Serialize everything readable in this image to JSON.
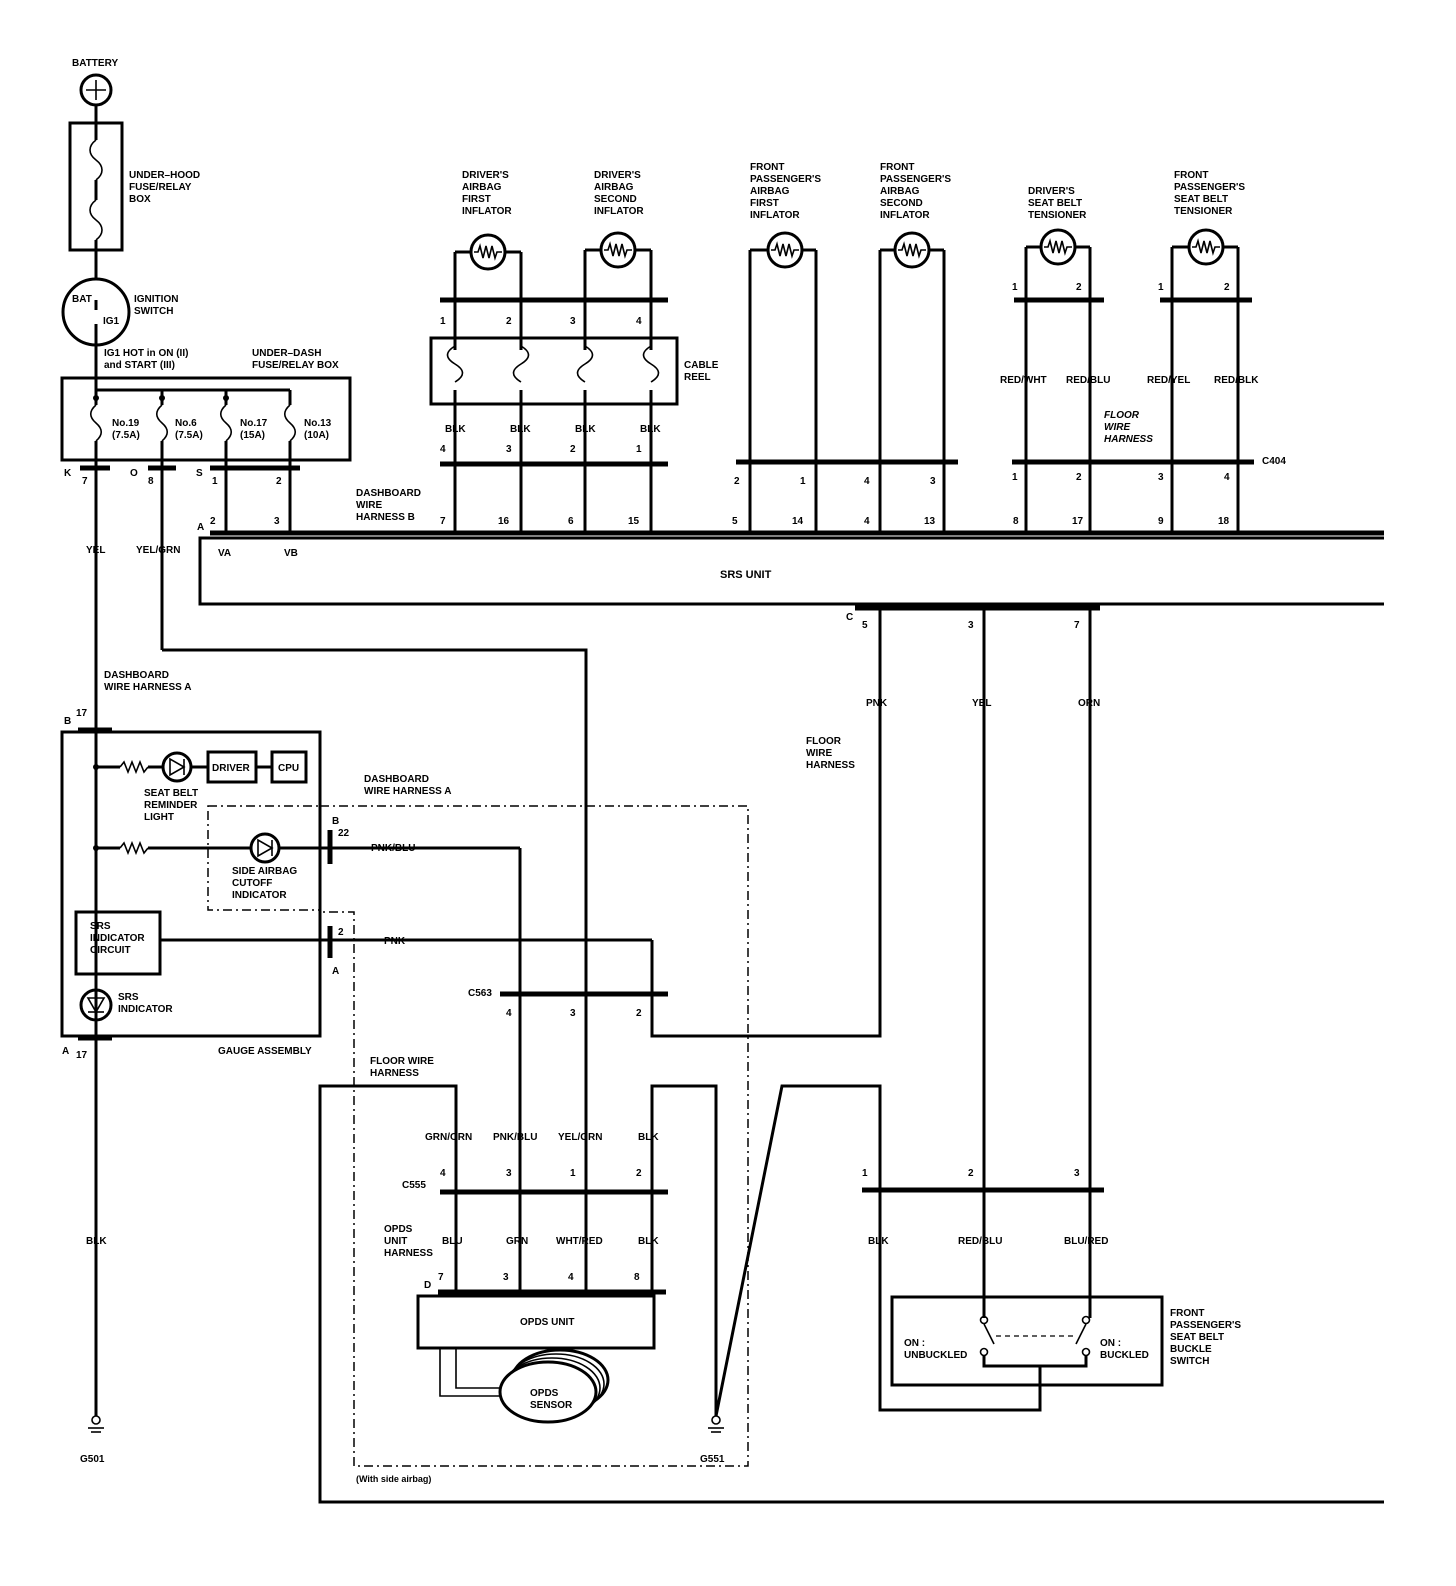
{
  "battery": "BATTERY",
  "under_hood_box": "UNDER–HOOD\nFUSE/RELAY\nBOX",
  "ignition": {
    "label": "IGNITION\nSWITCH",
    "bat": "BAT",
    "ig1": "IG1"
  },
  "ig1_hot": "IG1 HOT in ON (II)\nand START (III)",
  "under_dash_box": "UNDER–DASH\nFUSE/RELAY BOX",
  "fuses": [
    {
      "name": "No.19",
      "rating": "(7.5A)"
    },
    {
      "name": "No.6",
      "rating": "(7.5A)"
    },
    {
      "name": "No.17",
      "rating": "(15A)"
    },
    {
      "name": "No.13",
      "rating": "(10A)"
    }
  ],
  "fuse_box_pins": {
    "k": "K",
    "k_pin": "7",
    "o": "O",
    "o_pin": "8",
    "s": "S",
    "s_pin1": "1",
    "s_pin2": "2",
    "a": "A",
    "a_pin1": "2",
    "a_pin2": "3"
  },
  "inflators": {
    "drv1": "DRIVER'S\nAIRBAG\nFIRST\nINFLATOR",
    "drv2": "DRIVER'S\nAIRBAG\nSECOND\nINFLATOR",
    "fp1": "FRONT\nPASSENGER'S\nAIRBAG\nFIRST\nINFLATOR",
    "fp2": "FRONT\nPASSENGER'S\nAIRBAG\nSECOND\nINFLATOR",
    "drv_tens": "DRIVER'S\nSEAT BELT\nTENSIONER",
    "fp_tens": "FRONT\nPASSENGER'S\nSEAT BELT\nTENSIONER"
  },
  "cable_reel": "CABLE\nREEL",
  "cable_reel_top_pins": [
    "1",
    "2",
    "3",
    "4"
  ],
  "cable_reel_bottom_pins": [
    "4",
    "3",
    "2",
    "1"
  ],
  "blk": "BLK",
  "fp_pins": [
    "2",
    "1",
    "4",
    "3"
  ],
  "tens_top_pins": [
    "1",
    "2",
    "1",
    "2"
  ],
  "tens_colors": [
    "RED/WHT",
    "RED/BLU",
    "RED/YEL",
    "RED/BLK"
  ],
  "floor_wire_harness_italic": "FLOOR\nWIRE\nHARNESS",
  "c404": "C404",
  "c404_pins": [
    "1",
    "2",
    "3",
    "4"
  ],
  "dashboard_harness_b": "DASHBOARD\nWIRE\nHARNESS B",
  "srs_top_pins": [
    "7",
    "16",
    "6",
    "15",
    "5",
    "14",
    "4",
    "13",
    "8",
    "17",
    "9",
    "18"
  ],
  "srs_unit": "SRS UNIT",
  "va": "VA",
  "vb": "VB",
  "yel": "YEL",
  "yel_grn": "YEL/GRN",
  "srs_c": {
    "c": "C",
    "p5": "5",
    "p3": "3",
    "p7": "7"
  },
  "pnk": "PNK",
  "orn": "ORN",
  "floor_wire_harness": "FLOOR\nWIRE\nHARNESS",
  "dashboard_harness_a": "DASHBOARD\nWIRE HARNESS A",
  "dashboard_harness_a2": "DASHBOARD\nWIRE HARNESS A",
  "gauge": {
    "b": "B",
    "b17": "17",
    "a": "A",
    "a17": "17",
    "driver": "DRIVER",
    "cpu": "CPU",
    "reminder": "SEAT BELT\nREMINDER\nLIGHT",
    "side_cutoff": "SIDE AIRBAG\nCUTOFF\nINDICATOR",
    "srs_circuit": "SRS\nINDICATOR\nCIRCUIT",
    "srs_indicator": "SRS\nINDICATOR",
    "assembly": "GAUGE ASSEMBLY",
    "b_conn": "B",
    "b22": "22",
    "a_conn": "A",
    "a2": "2"
  },
  "pnk_blu": "PNK/BLU",
  "pnk2": "PNK",
  "c563": "C563",
  "c563_pins": [
    "4",
    "3",
    "2"
  ],
  "floor_wire_harness2": "FLOOR WIRE\nHARNESS",
  "c555": "C555",
  "c555_colors": [
    "GRN/ORN",
    "PNK/BLU",
    "YEL/GRN",
    "BLK"
  ],
  "c555_top_pins": [
    "4",
    "3",
    "1",
    "2"
  ],
  "opds_harness": "OPDS\nUNIT\nHARNESS",
  "opds_colors": [
    "BLU",
    "GRN",
    "WHT/RED",
    "BLK"
  ],
  "opds_d": "D",
  "opds_pins": [
    "7",
    "3",
    "4",
    "8"
  ],
  "opds_unit": "OPDS UNIT",
  "opds_sensor": "OPDS\nSENSOR",
  "g501": "G501",
  "g551": "G551",
  "blk_left": "BLK",
  "with_side_airbag": "(With side airbag)",
  "buckle": {
    "pins": [
      "1",
      "2",
      "3"
    ],
    "colors": [
      "BLK",
      "RED/BLU",
      "BLU/RED"
    ],
    "on_unbuckled": "ON :\nUNBUCKLED",
    "on_buckled": "ON :\nBUCKLED",
    "label": "FRONT\nPASSENGER'S\nSEAT BELT\nBUCKLE\nSWITCH"
  }
}
